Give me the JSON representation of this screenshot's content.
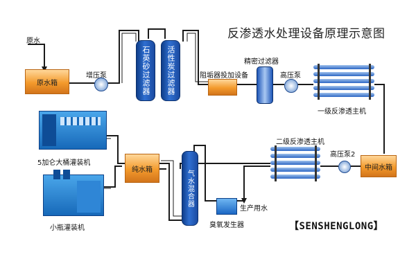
{
  "title": "反渗透水处理设备原理示意图",
  "labels": {
    "raw_water": "原水",
    "raw_water_tank": "原水箱",
    "booster_pump": "增压泵",
    "quartz_filter": "石英砂过滤器",
    "carbon_filter": "活性炭过滤器",
    "scale_inhibitor": "阻垢器投加设备",
    "precision_filter": "精密过滤器",
    "high_pressure_pump": "高压泵",
    "ro_stage1": "一级反渗透主机",
    "ro_stage2": "二级反渗透主机",
    "high_pressure_pump2": "高压泵2",
    "middle_tank": "中间水箱",
    "pure_water_tank": "纯水箱",
    "gas_water_mixer": "气水混合器",
    "production_water": "生产用水",
    "ozone_generator": "臭氧发生器",
    "barrel_filler": "5加仑大桶灌装机",
    "bottle_filler": "小瓶灌装机"
  },
  "brand": "【SENSHENGLONG】",
  "colors": {
    "pipe": "#1a1a1a",
    "tank": "#f39a2c",
    "column": "#1e56b8",
    "machine": "#1a7fd0"
  }
}
